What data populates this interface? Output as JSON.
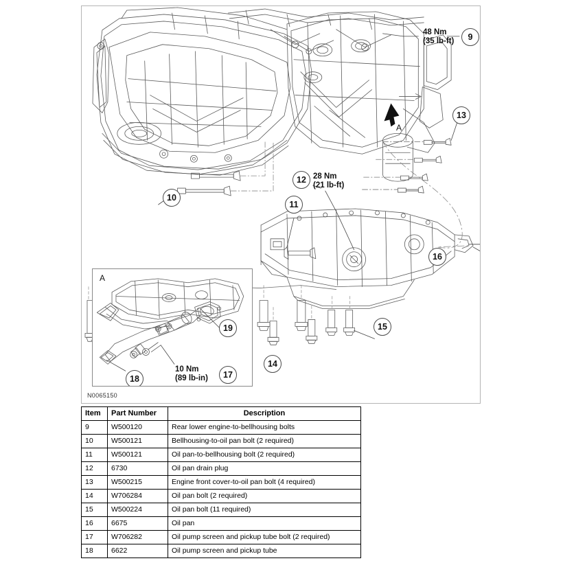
{
  "illustration": {
    "figure_id": "N0065150",
    "inset_label": "A",
    "view_marker_label": "A",
    "torque_specs": [
      {
        "id": "torque-9",
        "metric": "48 Nm",
        "imperial": "(35 lb-ft)"
      },
      {
        "id": "torque-12",
        "metric": "28 Nm",
        "imperial": "(21 lb-ft)"
      },
      {
        "id": "torque-17",
        "metric": "10 Nm",
        "imperial": "(89 lb-in)"
      }
    ],
    "callouts": [
      {
        "number": "9"
      },
      {
        "number": "10"
      },
      {
        "number": "11"
      },
      {
        "number": "12"
      },
      {
        "number": "13"
      },
      {
        "number": "14"
      },
      {
        "number": "15"
      },
      {
        "number": "16"
      },
      {
        "number": "17"
      },
      {
        "number": "18"
      },
      {
        "number": "19"
      }
    ]
  },
  "parts_table": {
    "columns": [
      "Item",
      "Part Number",
      "Description"
    ],
    "rows": [
      {
        "item": "9",
        "part_number": "W500120",
        "description": "Rear lower engine-to-bellhousing bolts"
      },
      {
        "item": "10",
        "part_number": "W500121",
        "description": "Bellhousing-to-oil pan bolt (2 required)"
      },
      {
        "item": "11",
        "part_number": "W500121",
        "description": "Oil pan-to-bellhousing bolt (2 required)"
      },
      {
        "item": "12",
        "part_number": "6730",
        "description": "Oil pan drain plug"
      },
      {
        "item": "13",
        "part_number": "W500215",
        "description": "Engine front cover-to-oil pan bolt (4 required)"
      },
      {
        "item": "14",
        "part_number": "W706284",
        "description": "Oil pan bolt (2 required)"
      },
      {
        "item": "15",
        "part_number": "W500224",
        "description": "Oil pan bolt (11 required)"
      },
      {
        "item": "16",
        "part_number": "6675",
        "description": "Oil pan"
      },
      {
        "item": "17",
        "part_number": "W706282",
        "description": "Oil pump screen and pickup tube bolt (2 required)"
      },
      {
        "item": "18",
        "part_number": "6622",
        "description": "Oil pump screen and pickup tube"
      }
    ]
  },
  "colors": {
    "line": "#555555",
    "frame": "#b4b4b4",
    "table_border": "#000000"
  }
}
